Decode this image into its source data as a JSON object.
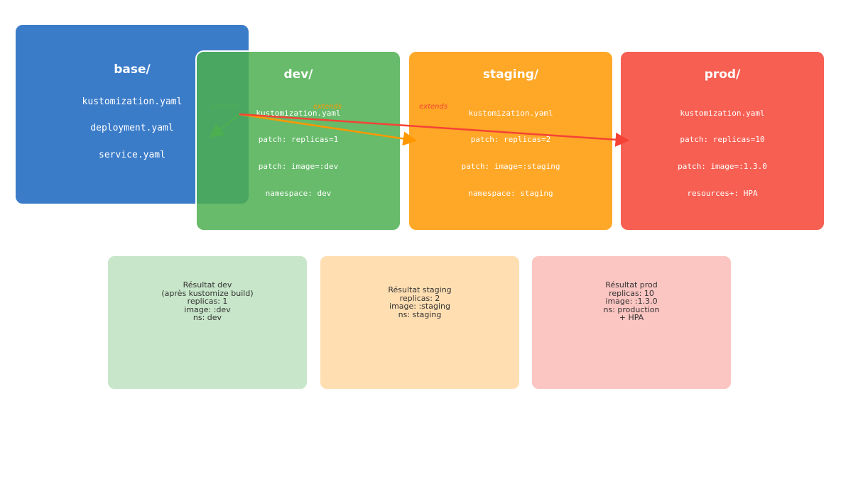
{
  "base": {
    "title": "base/",
    "files": [
      "kustomization.yaml",
      "deployment.yaml",
      "service.yaml"
    ]
  },
  "overlays": [
    {
      "title": "dev/",
      "lines": [
        "kustomization.yaml",
        "patch: replicas=1",
        "patch: image=:dev",
        "namespace: dev"
      ]
    },
    {
      "title": "staging/",
      "lines": [
        "kustomization.yaml",
        "patch: replicas=2",
        "patch: image=:staging",
        "namespace: staging"
      ]
    },
    {
      "title": "prod/",
      "lines": [
        "kustomization.yaml",
        "patch: replicas=10",
        "patch: image=:1.3.0",
        "resources+: HPA"
      ]
    }
  ],
  "edges": [
    {
      "from": "base/",
      "to": "dev/",
      "label": "extends",
      "color": "#4caf50"
    },
    {
      "from": "base/",
      "to": "staging/",
      "label": "extends",
      "color": "#ff9800"
    },
    {
      "from": "base/",
      "to": "prod/",
      "label": "extends",
      "color": "#f44336"
    }
  ],
  "results": [
    {
      "lines": [
        "Résultat dev",
        "(après kustomize build)",
        "replicas: 1",
        "image: :dev",
        "ns: dev"
      ]
    },
    {
      "lines": [
        "Résultat staging",
        "replicas: 2",
        "image: :staging",
        "ns: staging"
      ]
    },
    {
      "lines": [
        "Résultat prod",
        "replicas: 10",
        "image: :1.3.0",
        "ns: production",
        "+ HPA"
      ]
    }
  ],
  "colors": {
    "base": "#3b7cc9",
    "dev": "#4caf50",
    "staging": "#ffa726",
    "prod": "#f75f52",
    "dev_result": "#c8e6c9",
    "staging_result": "#ffdeb2",
    "prod_result": "#fbc5c1"
  }
}
